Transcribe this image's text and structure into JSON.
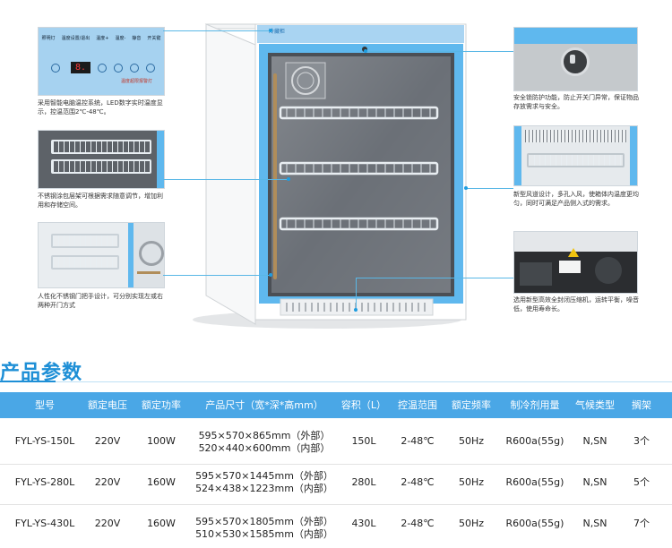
{
  "panel": {
    "labels": [
      "照明灯",
      "温度设置/退出",
      "温度+",
      "温度-",
      "静音",
      "开关键"
    ],
    "logo_text": "冷藏柜",
    "display": "8.",
    "alarm_text": "温度超限报警灯"
  },
  "captions": {
    "control": "采用智能电脑温控系统，LED数字实时温度显示，控温范围2℃-48℃。",
    "shelf": "不锈钢涂包层架可根据需求随意调节，增加利用和存储空间。",
    "handle": "人性化不锈钢门把手设计，可分别实现左或右两种开门方式",
    "lock": "安全锁防护功能，防止开关门异常，保证物品存放需求与安全。",
    "air": "新型风道设计，多孔入风，使箱体内温度更均匀，同时可满足产品侧入式的需求。",
    "compressor": "选用新型高效全封闭压缩机，运转平衡，噪音低，使用寿命长。"
  },
  "section_title": "产品参数",
  "table": {
    "headers": [
      "型号",
      "额定电压",
      "额定功率",
      "产品尺寸（宽*深*高mm）",
      "容积（L）",
      "控温范围",
      "额定频率",
      "制冷剂用量",
      "气候类型",
      "搁架"
    ],
    "rows": [
      {
        "model": "FYL-YS-150L",
        "voltage": "220V",
        "power": "100W",
        "size_outer": "595×570×865mm（外部）",
        "size_inner": "520×440×600mm（内部）",
        "volume": "150L",
        "range": "2-48℃",
        "freq": "50Hz",
        "refrigerant": "R600a(55g)",
        "climate": "N,SN",
        "shelves": "3个"
      },
      {
        "model": "FYL-YS-280L",
        "voltage": "220V",
        "power": "160W",
        "size_outer": "595×570×1445mm（外部）",
        "size_inner": "524×438×1223mm（内部）",
        "volume": "280L",
        "range": "2-48℃",
        "freq": "50Hz",
        "refrigerant": "R600a(55g)",
        "climate": "N,SN",
        "shelves": "5个"
      },
      {
        "model": "FYL-YS-430L",
        "voltage": "220V",
        "power": "160W",
        "size_outer": "595×570×1805mm（外部）",
        "size_inner": "510×530×1585mm（内部）",
        "volume": "430L",
        "range": "2-48℃",
        "freq": "50Hz",
        "refrigerant": "R600a(55g)",
        "climate": "N,SN",
        "shelves": "7个"
      }
    ]
  },
  "colors": {
    "accent": "#4aa7e6",
    "title": "#1e8fd6",
    "frame": "#5fb8ee"
  }
}
